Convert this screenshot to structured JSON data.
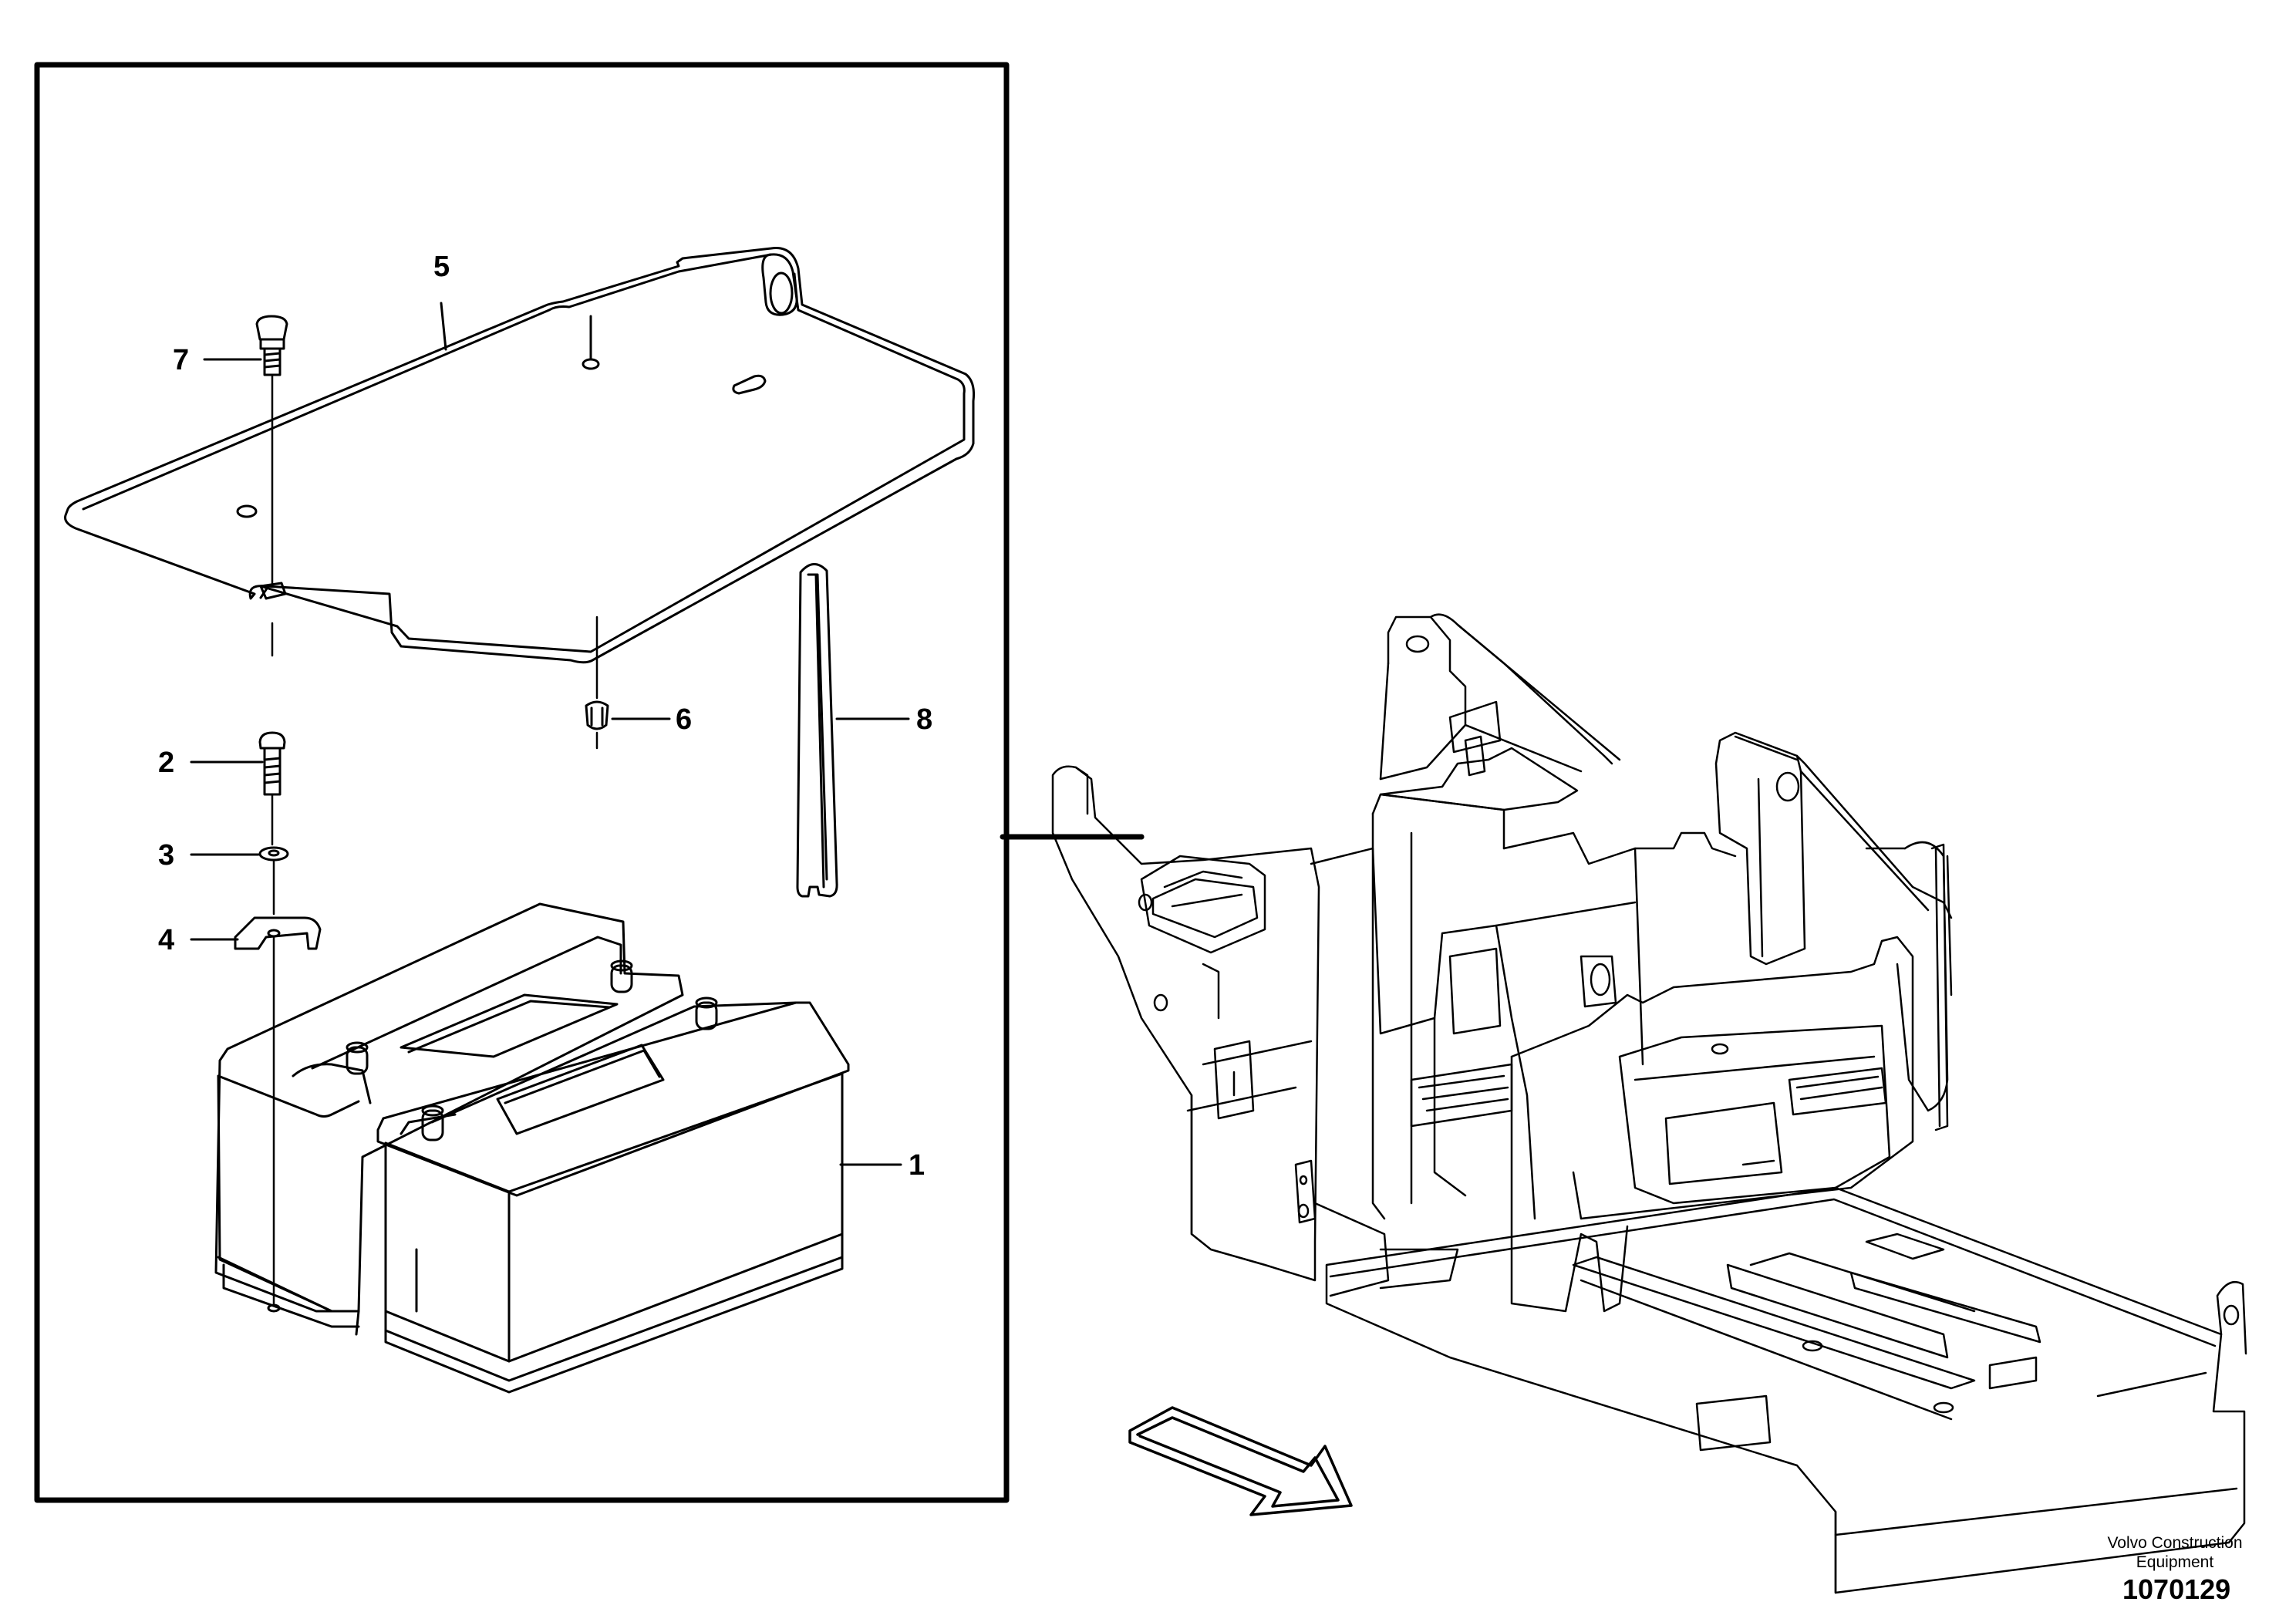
{
  "callouts": [
    {
      "id": "1",
      "text": "1"
    },
    {
      "id": "2",
      "text": "2"
    },
    {
      "id": "3",
      "text": "3"
    },
    {
      "id": "4",
      "text": "4"
    },
    {
      "id": "5",
      "text": "5"
    },
    {
      "id": "6",
      "text": "6"
    },
    {
      "id": "7",
      "text": "7"
    },
    {
      "id": "8",
      "text": "8"
    }
  ],
  "footer": {
    "company_line1": "Volvo Construction",
    "company_line2": "Equipment",
    "drawing_number": "1070129"
  },
  "colors": {
    "line": "#000000",
    "background": "#ffffff"
  },
  "icons": {
    "direction_arrow": "forward-direction-arrow-icon"
  }
}
